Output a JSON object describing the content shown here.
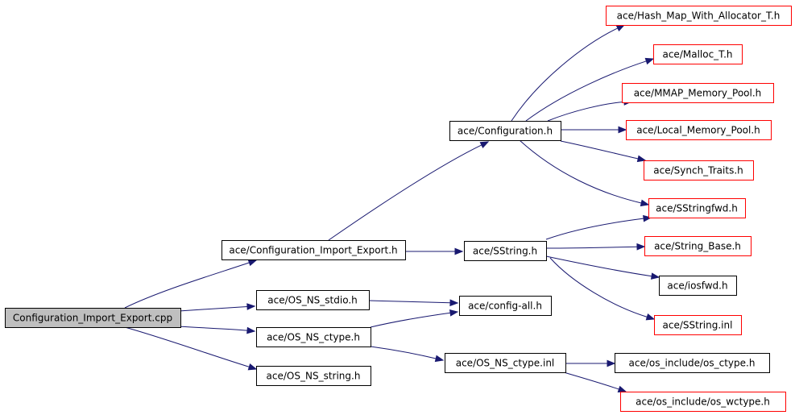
{
  "graph": {
    "colors": {
      "edge": "#191970",
      "node_border": "#000000",
      "missing_border": "#ff0000",
      "root_fill": "#bfbfbf",
      "background": "#ffffff"
    },
    "nodes": [
      {
        "id": "root",
        "label": "Configuration_Import_Export.cpp",
        "kind": "root"
      },
      {
        "id": "cie_h",
        "label": "ace/Configuration_Import_Export.h",
        "kind": "normal"
      },
      {
        "id": "stdio",
        "label": "ace/OS_NS_stdio.h",
        "kind": "normal"
      },
      {
        "id": "ctype",
        "label": "ace/OS_NS_ctype.h",
        "kind": "normal"
      },
      {
        "id": "string",
        "label": "ace/OS_NS_string.h",
        "kind": "normal"
      },
      {
        "id": "conf",
        "label": "ace/Configuration.h",
        "kind": "normal"
      },
      {
        "id": "sstring",
        "label": "ace/SString.h",
        "kind": "normal"
      },
      {
        "id": "configall",
        "label": "ace/config-all.h",
        "kind": "normal"
      },
      {
        "id": "ctypeinl",
        "label": "ace/OS_NS_ctype.inl",
        "kind": "normal"
      },
      {
        "id": "hashmap",
        "label": "ace/Hash_Map_With_Allocator_T.h",
        "kind": "missing"
      },
      {
        "id": "malloc",
        "label": "ace/Malloc_T.h",
        "kind": "missing"
      },
      {
        "id": "mmap",
        "label": "ace/MMAP_Memory_Pool.h",
        "kind": "missing"
      },
      {
        "id": "localmem",
        "label": "ace/Local_Memory_Pool.h",
        "kind": "missing"
      },
      {
        "id": "synch",
        "label": "ace/Synch_Traits.h",
        "kind": "missing"
      },
      {
        "id": "sstringfwd",
        "label": "ace/SStringfwd.h",
        "kind": "missing"
      },
      {
        "id": "stringbase",
        "label": "ace/String_Base.h",
        "kind": "missing"
      },
      {
        "id": "iosfwd",
        "label": "ace/iosfwd.h",
        "kind": "normal"
      },
      {
        "id": "sstringinl",
        "label": "ace/SString.inl",
        "kind": "missing"
      },
      {
        "id": "osctype",
        "label": "ace/os_include/os_ctype.h",
        "kind": "normal"
      },
      {
        "id": "oswctype",
        "label": "ace/os_include/os_wctype.h",
        "kind": "missing"
      }
    ],
    "edges": [
      {
        "from": "root",
        "to": "cie_h"
      },
      {
        "from": "root",
        "to": "stdio"
      },
      {
        "from": "root",
        "to": "ctype"
      },
      {
        "from": "root",
        "to": "string"
      },
      {
        "from": "cie_h",
        "to": "conf"
      },
      {
        "from": "cie_h",
        "to": "sstring"
      },
      {
        "from": "stdio",
        "to": "configall"
      },
      {
        "from": "ctype",
        "to": "configall"
      },
      {
        "from": "ctype",
        "to": "ctypeinl"
      },
      {
        "from": "conf",
        "to": "hashmap"
      },
      {
        "from": "conf",
        "to": "malloc"
      },
      {
        "from": "conf",
        "to": "mmap"
      },
      {
        "from": "conf",
        "to": "localmem"
      },
      {
        "from": "conf",
        "to": "synch"
      },
      {
        "from": "conf",
        "to": "sstringfwd"
      },
      {
        "from": "sstring",
        "to": "sstringfwd"
      },
      {
        "from": "sstring",
        "to": "stringbase"
      },
      {
        "from": "sstring",
        "to": "iosfwd"
      },
      {
        "from": "sstring",
        "to": "sstringinl"
      },
      {
        "from": "ctypeinl",
        "to": "osctype"
      },
      {
        "from": "ctypeinl",
        "to": "oswctype"
      }
    ]
  }
}
